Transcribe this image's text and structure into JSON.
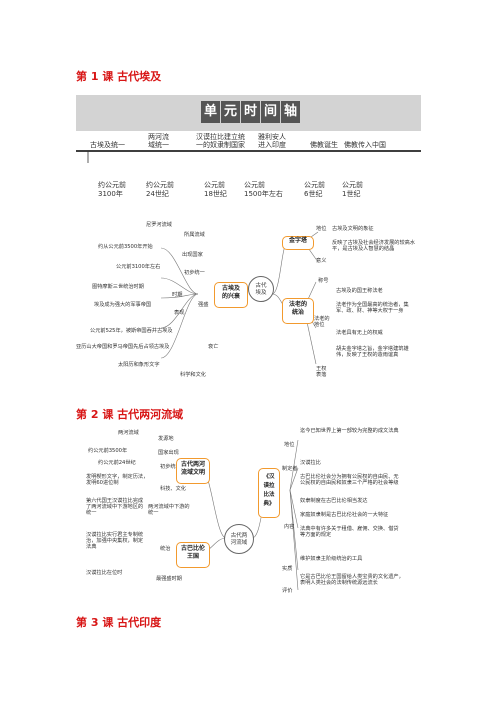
{
  "headings": {
    "lesson1": "第 1 课  古代埃及",
    "lesson2": "第 2 课  古代两河流域",
    "lesson3": "第 3 课  古代印度"
  },
  "timeline": {
    "banner": [
      "单",
      "元",
      "时",
      "间",
      "轴"
    ],
    "events": [
      "古埃及统一",
      "两河流\n域统一",
      "汉谟拉比建立统\n一的奴隶制国家",
      "雅利安人\n进入印度",
      "佛教诞生",
      "佛教传入中国"
    ],
    "dates": [
      "约公元前\n3100年",
      "约公元前\n24世纪",
      "公元前\n18世纪",
      "公元前\n1500年左右",
      "公元前\n6世纪",
      "公元前\n1世纪"
    ]
  },
  "mindmap1": {
    "center": "古代\n埃及",
    "left_topic": "古埃及\n的兴衰",
    "left_nodes": [
      "尼罗河流域",
      "所属流域",
      "约从公元前3500年开始",
      "出现国家",
      "公元前3100年左右",
      "初步统一",
      "图特摩斯三世统治时期",
      "时期",
      "埃及成为强大的军事帝国",
      "表现",
      "强盛",
      "公元前525年，被斯帝国吞并古埃及",
      "亚历山大帝国和罗马帝国先后占领古埃及",
      "衰亡",
      "太阳历和象形文字",
      "科学和文化"
    ],
    "right_top_topic": "金字塔",
    "right_top_nodes": [
      "地位",
      "古埃及文明的象征",
      "反映了古埃及社会经济发展的较高水平，是古埃及人智慧的结晶",
      "意义"
    ],
    "right_bottom_topic": "法老的\n统治",
    "right_bottom_nodes": [
      "称号",
      "古埃及的国王称法老",
      "法老作为全国最高的统治者，集军、政、财、神等大权于一身",
      "法老具有无上的权威",
      "法老的\n地位",
      "胡夫金字塔之旨，金字塔建筑雄伟，反映了王权的造雨谊真",
      "王权\n表落"
    ]
  },
  "mindmap2": {
    "center": "古代两\n河流域",
    "left_topic1": "古代两河\n流域文明",
    "left_topic2": "古巴比伦\n王国",
    "left_nodes": [
      "两河流域",
      "发源地",
      "约公元前3500年",
      "国家出现",
      "约公元前24世纪",
      "初步统一",
      "发明楔形文字，制定历法，发明60进位制",
      "科技、文化",
      "第六代国王汉谟拉比完成了两河流域中下游地区的统一",
      "两河流域中下游的统一",
      "统治",
      "汉谟拉比实行君主专制统治，加强中央集权，制定法典",
      "汉谟拉比在位时",
      "最强盛时期"
    ],
    "right_topic": "《汉\n谟拉\n比法\n典》",
    "right_nodes": [
      "迄今已知世界上第一部较为完整的成文法典",
      "地位",
      "汉谟拉比",
      "制定者",
      "古巴比伦社会分为拥有公民权的自由民、无公民权的自由民和奴隶三个严格的社会等级",
      "奴隶制度在古巴比伦相当发达",
      "家庭奴隶制是古巴比伦社会的一大特征",
      "内容",
      "法典中有许多关于租借、雇佣、交换、借贷等方面的规定",
      "实质",
      "维护奴隶主阶级统治的工具",
      "它是古巴比伦王国留给人类宝贵的文化遗产，表明人类社会的法制传统源远流长",
      "评价"
    ]
  }
}
